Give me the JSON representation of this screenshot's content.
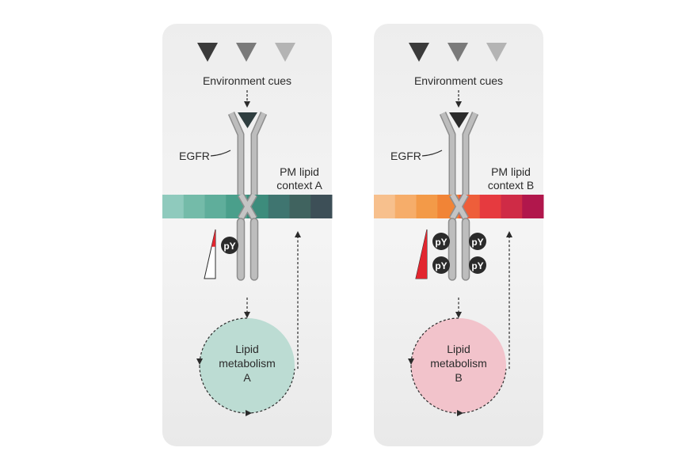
{
  "panels": [
    {
      "id": "a",
      "cues_label": "Environment cues",
      "receptor_label": "EGFR",
      "membrane_label_line1": "PM lipid",
      "membrane_label_line2": "context A",
      "phospho_label": "pY",
      "phospho_count": 1,
      "signal_level": 0.35,
      "metabolism_line1": "Lipid",
      "metabolism_line2": "metabolism",
      "metabolism_line3": "A",
      "membrane_colors": [
        "#8fcabd",
        "#74bba9",
        "#5fae9b",
        "#4a9f8b",
        "#3d8c7c",
        "#3f7570",
        "#40635f",
        "#3d4f57"
      ],
      "circle_color": "#bcdcd3",
      "cue_colors": [
        "#3a3a3a",
        "#7a7a7a",
        "#b4b4b4"
      ]
    },
    {
      "id": "b",
      "cues_label": "Environment cues",
      "receptor_label": "EGFR",
      "membrane_label_line1": "PM lipid",
      "membrane_label_line2": "context B",
      "phospho_label": "pY",
      "phospho_count": 4,
      "signal_level": 1.0,
      "metabolism_line1": "Lipid",
      "metabolism_line2": "metabolism",
      "metabolism_line3": "B",
      "membrane_colors": [
        "#f7c08d",
        "#f6ad6a",
        "#f39a48",
        "#f18436",
        "#ee5e3a",
        "#e63a3f",
        "#cf2b46",
        "#b1174c"
      ],
      "circle_color": "#f2c3cb",
      "cue_colors": [
        "#3a3a3a",
        "#7a7a7a",
        "#b4b4b4"
      ]
    }
  ]
}
